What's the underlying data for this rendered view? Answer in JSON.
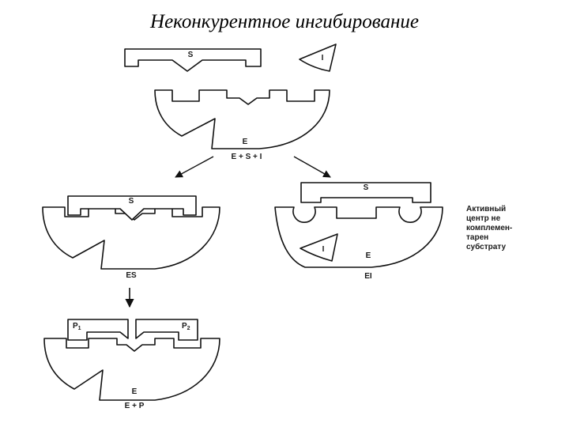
{
  "title": "Неконкурентное ингибирование",
  "labels": {
    "substrate": "S",
    "inhibitor": "I",
    "enzyme": "E",
    "reaction": "E + S + I",
    "es_complex": "ES",
    "ei_complex": "EI",
    "product_1": "P",
    "product_1_sub": "1",
    "product_2": "P",
    "product_2_sub": "2",
    "final": "E + P"
  },
  "note_lines": [
    "Активный",
    "центр не",
    "комплемен-",
    "тарен",
    "субстрату"
  ]
}
